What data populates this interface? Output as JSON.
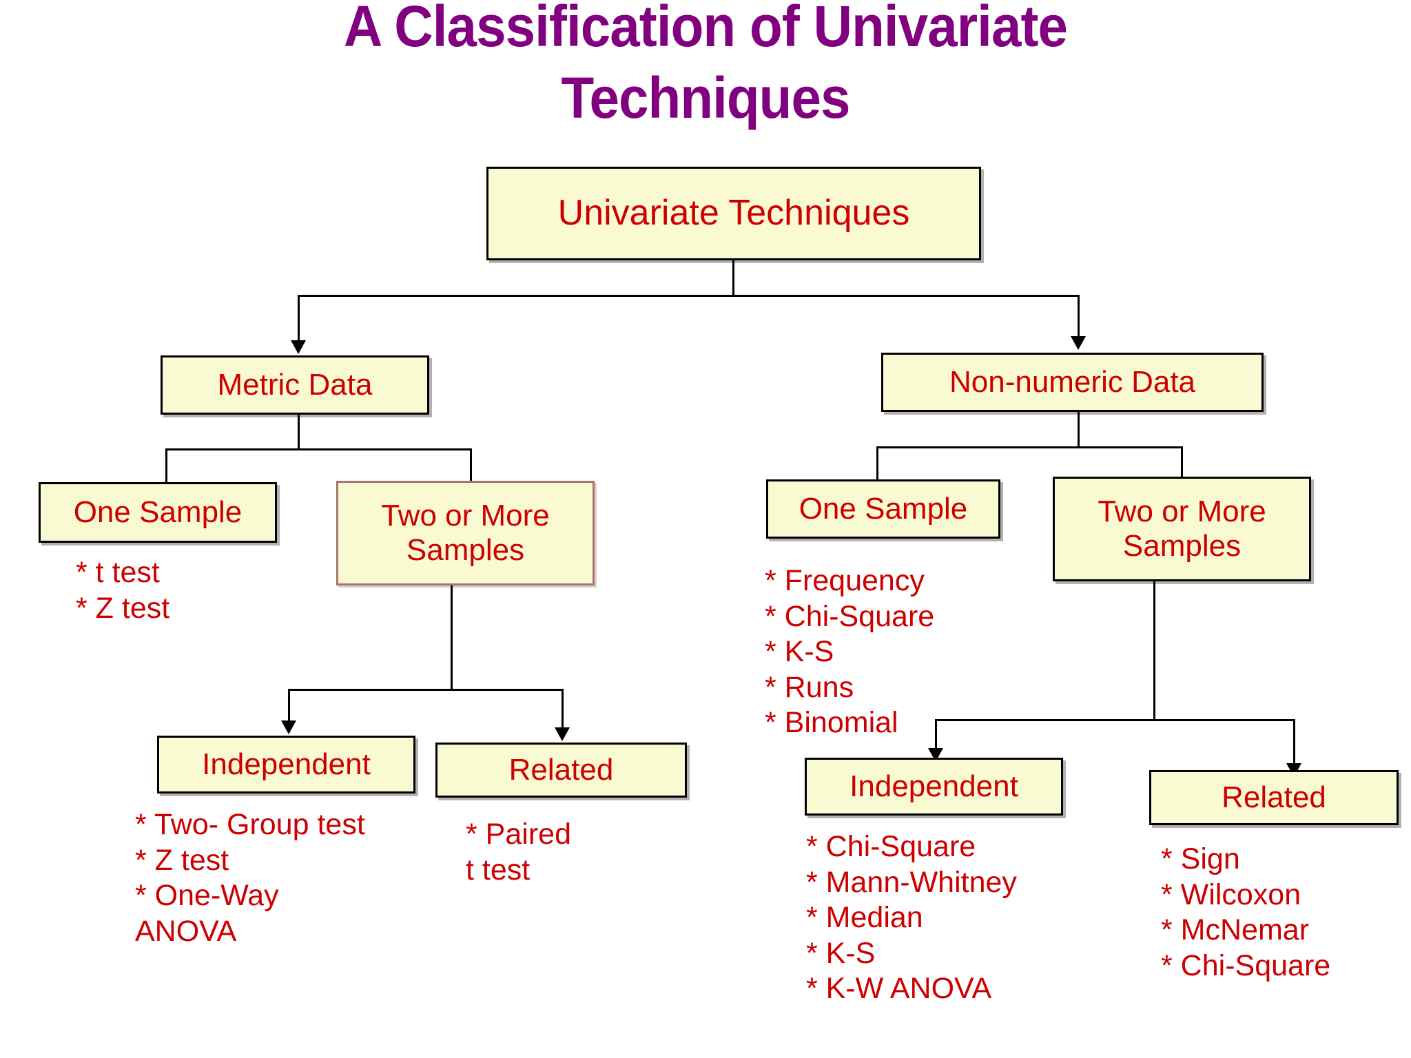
{
  "title": "A Classification of Univariate\nTechniques",
  "colors": {
    "title": "#800080",
    "node_text": "#CC0000",
    "node_fill": "#FAFAD2",
    "node_border": "#000000",
    "node_border_alt": "#A9746E",
    "connector": "#000000",
    "background": "#FFFFFF"
  },
  "chart_data": {
    "type": "diagram",
    "title": "A Classification of Univariate Techniques",
    "root": "Univariate Techniques",
    "branches": [
      {
        "label": "Metric Data",
        "children": [
          {
            "label": "One Sample",
            "methods": [
              "*  t test",
              "* Z test"
            ]
          },
          {
            "label": "Two or More\nSamples",
            "children": [
              {
                "label": "Independent",
                "methods": [
                  "* Two- Group test",
                  "* Z test",
                  "* One-Way",
                  "   ANOVA"
                ]
              },
              {
                "label": "Related",
                "methods": [
                  "* Paired",
                  "   t test"
                ]
              }
            ]
          }
        ]
      },
      {
        "label": "Non-numeric Data",
        "children": [
          {
            "label": "One Sample",
            "methods": [
              "* Frequency",
              "* Chi-Square",
              "* K-S",
              "* Runs",
              "* Binomial"
            ]
          },
          {
            "label": "Two or More\nSamples",
            "children": [
              {
                "label": "Independent",
                "methods": [
                  "* Chi-Square",
                  "* Mann-Whitney",
                  "* Median",
                  "* K-S",
                  "* K-W ANOVA"
                ]
              },
              {
                "label": "Related",
                "methods": [
                  "* Sign",
                  "* Wilcoxon",
                  "* McNemar",
                  "* Chi-Square"
                ]
              }
            ]
          }
        ]
      }
    ]
  },
  "nodes": {
    "root": "Univariate Techniques",
    "metric_data": "Metric Data",
    "nonnumeric_data": "Non-numeric Data",
    "metric_one_sample": "One Sample",
    "metric_two_or_more": "Two or More\nSamples",
    "metric_independent": "Independent",
    "metric_related": "Related",
    "nonnum_one_sample": "One Sample",
    "nonnum_two_or_more": "Two or More\nSamples",
    "nonnum_independent": "Independent",
    "nonnum_related": "Related"
  },
  "lists": {
    "metric_one_sample": "*  t test\n* Z test",
    "metric_independent": "* Two- Group test\n* Z test\n* One-Way\n   ANOVA",
    "metric_related": "* Paired\n   t test",
    "nonnum_one_sample": "* Frequency\n* Chi-Square\n* K-S\n* Runs\n* Binomial",
    "nonnum_independent": "* Chi-Square\n* Mann-Whitney\n* Median\n* K-S\n* K-W ANOVA",
    "nonnum_related": "* Sign\n* Wilcoxon\n* McNemar\n* Chi-Square"
  }
}
